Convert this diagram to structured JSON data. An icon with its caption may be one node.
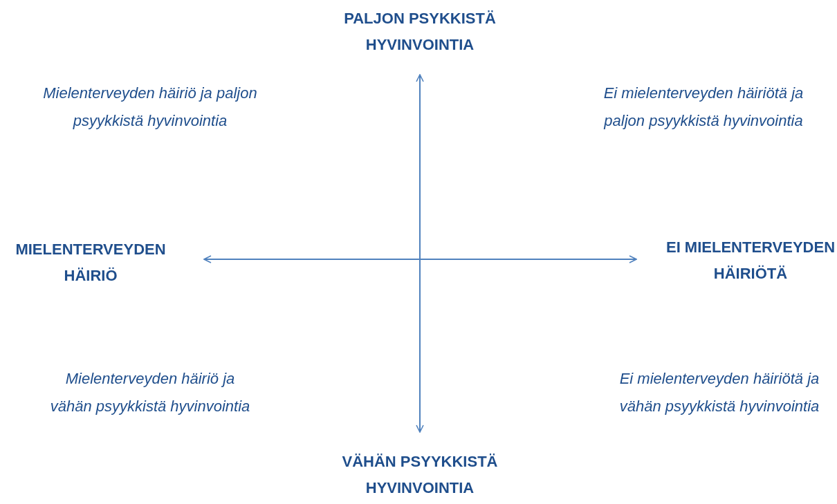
{
  "diagram": {
    "nodes": [
      {
        "text": [
          "PALJON PSYKKISTÄ HYVINVOINTIA"
        ]
      },
      {
        "text": [
          "MIELENTERVEYDEN HÄIRIÖ"
        ]
      },
      {
        "text": [
          "EI MIELENTERVEYDEN HÄIRIÖTÄ"
        ]
      },
      {
        "text": [
          "VÄHÄN PSYYKKISTÄ HYVINVOINTIA"
        ]
      }
    ],
    "edges": [
      {
        "from": 0,
        "to": 3,
        "arrow": "both"
      },
      {
        "from": 1,
        "to": 2,
        "arrow": "both"
      }
    ],
    "labels": [
      "Mielenterveyden häiriö ja paljon psyykkistä hyvinvointia",
      "Ei mielenterveyden häiriötä ja paljon psyykkistä hyvinvointia",
      "Mielenterveyden häiriö ja vähän psyykkistä hyvinvointia",
      "Ei mielenterveyden häiriötä ja vähän psyykkistä hyvinvointia"
    ]
  }
}
